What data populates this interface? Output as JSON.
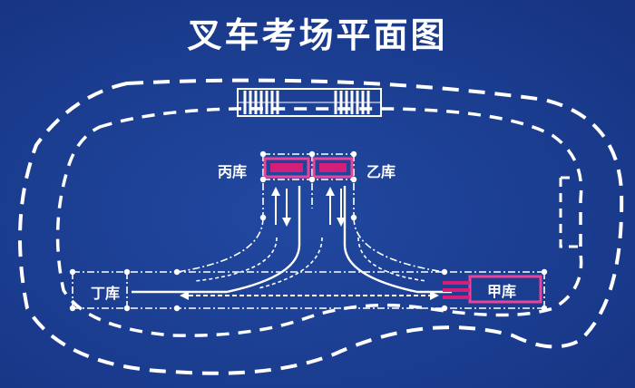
{
  "diagram": {
    "title": "叉车考场平面图",
    "garages": {
      "bing": "丙库",
      "yi": "乙库",
      "ding": "丁库",
      "jia": "甲库"
    }
  },
  "colors": {
    "background": "#1b3d90",
    "line": "#ffffff",
    "garage_fill": "#d41e7a",
    "garage_border": "#e9449a"
  }
}
